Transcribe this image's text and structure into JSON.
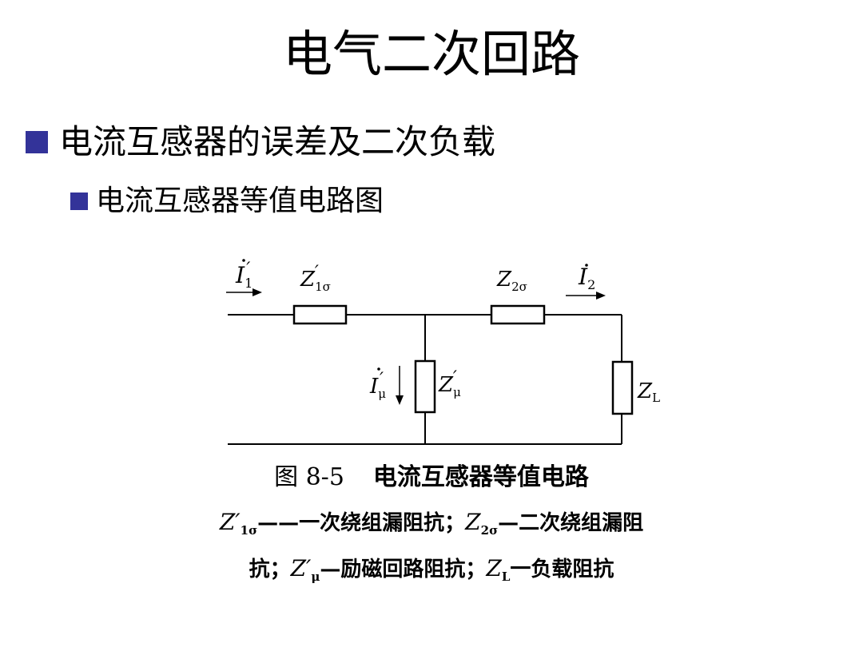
{
  "slide": {
    "title": "电气二次回路",
    "bullet1": "电流互感器的误差及二次负载",
    "bullet2": "电流互感器等值电路图",
    "bullet_color": "#333399"
  },
  "diagram": {
    "labels": {
      "i1": "I",
      "i1_sub": "1",
      "i1_prime": "′",
      "z1": "Z",
      "z1_sub": "1σ",
      "z1_prime": "′",
      "z2": "Z",
      "z2_sub": "2σ",
      "i2": "I",
      "i2_sub": "2",
      "imu": "I",
      "imu_sub": "μ",
      "imu_prime": "′",
      "zmu": "Z",
      "zmu_sub": "μ",
      "zmu_prime": "′",
      "zl": "Z",
      "zl_sub": "L"
    },
    "caption_fig": "图 8-5",
    "caption_text": "电流互感器等值电路",
    "legend1_a_sym": "Z′",
    "legend1_a_sub": "1σ",
    "legend1_a_text": "——一次绕组漏阻抗；",
    "legend1_b_sym": "Z",
    "legend1_b_sub": "2σ",
    "legend1_b_text": "—二次绕组漏阻",
    "legend2_pre": "抗；",
    "legend2_a_sym": "Z′",
    "legend2_a_sub": "μ",
    "legend2_a_text": "—励磁回路阻抗；",
    "legend2_b_sym": "Z",
    "legend2_b_sub": "L",
    "legend2_b_text": "一负载阻抗"
  }
}
